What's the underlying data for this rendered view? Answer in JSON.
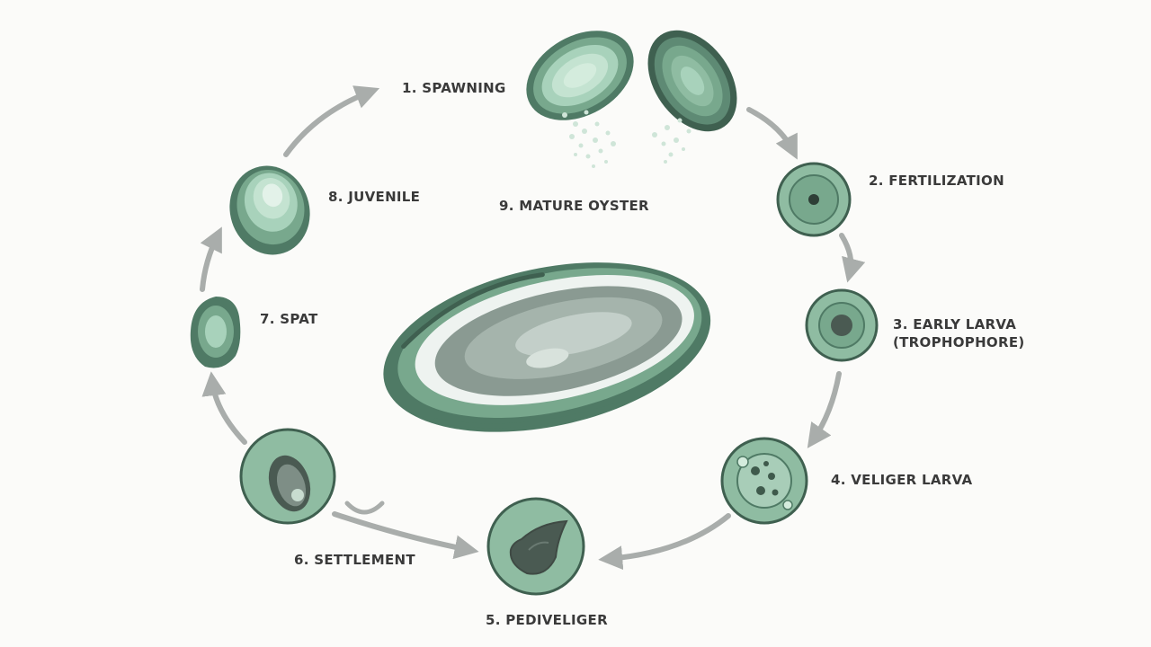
{
  "stages": [
    {
      "id": "spawning",
      "label": "1. SPAWNING"
    },
    {
      "id": "fertilization",
      "label": "2. FERTILIZATION"
    },
    {
      "id": "early-larva",
      "label": "3. EARLY LARVA",
      "sublabel": "(TROPHOPHORE)"
    },
    {
      "id": "veliger-larva",
      "label": "4. VELIGER LARVA"
    },
    {
      "id": "pediveliger",
      "label": "5. PEDIVELIGER"
    },
    {
      "id": "settlement",
      "label": "6. SETTLEMENT"
    },
    {
      "id": "spat",
      "label": "7. SPAT"
    },
    {
      "id": "juvenile",
      "label": "8. JUVENILE"
    },
    {
      "id": "mature-oyster",
      "label": "9. MATURE OYSTER"
    }
  ],
  "colors": {
    "shell_dark": "#4f7a65",
    "shell_mid": "#78a88d",
    "shell_light": "#a8d2bb",
    "shell_pale": "#d4ecdd",
    "cell_fill": "#8fbca2",
    "cell_ring": "#3f6050",
    "arrow": "#a9adab",
    "flesh_gray": "#8a9a92",
    "text": "#3a3a3a"
  }
}
